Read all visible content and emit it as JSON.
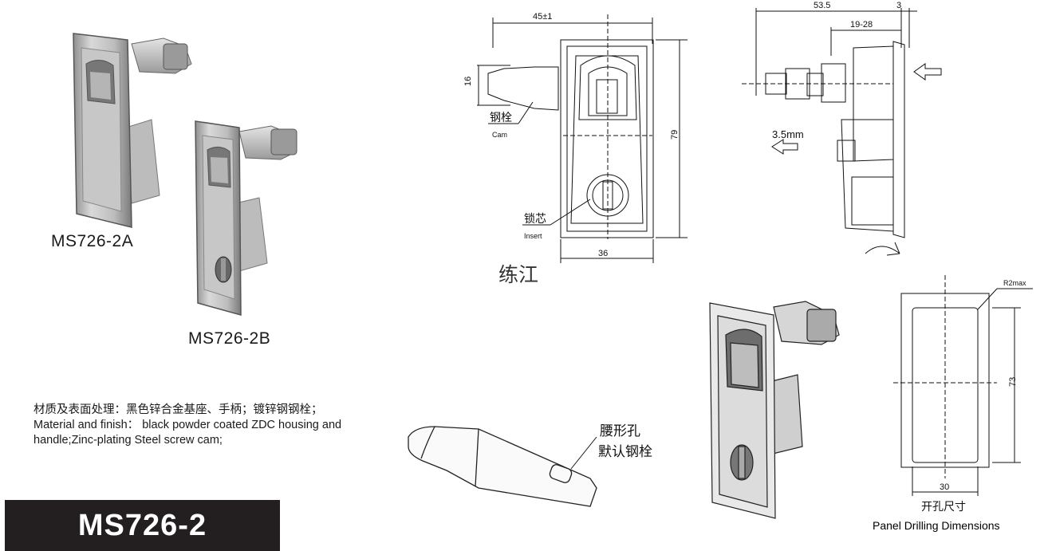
{
  "products": {
    "model_a": "MS726-2A",
    "model_b": "MS726-2B"
  },
  "material": {
    "cn": "材质及表面处理：黑色锌合金基座、手柄；镀锌钢钢栓；",
    "en": "Material and finish： black powder coated ZDC housing and handle;Zinc-plating Steel screw cam;"
  },
  "title": "MS726-2",
  "brand": "练江",
  "front_view": {
    "width_dim": "45±1",
    "cam_height_dim": "16",
    "height_dim": "79",
    "body_width_dim": "36",
    "cam_label_cn": "钢栓",
    "cam_label_en": "Cam",
    "insert_label_cn": "锁芯",
    "insert_label_en": "Insert"
  },
  "side_view": {
    "depth_dim": "53.5",
    "flange_dim": "3",
    "grip_dim": "19-28",
    "travel_dim": "3.5mm"
  },
  "cam_part": {
    "label_line1": "腰形孔",
    "label_line2": "默认钢栓"
  },
  "cutout": {
    "radius": "R2max",
    "height": "73",
    "width": "30",
    "label_cn": "开孔尺寸",
    "label_en": "Panel Drilling Dimensions"
  },
  "colors": {
    "title_bg": "#231f20",
    "line": "#111111",
    "metal": "#c9c9c9"
  }
}
